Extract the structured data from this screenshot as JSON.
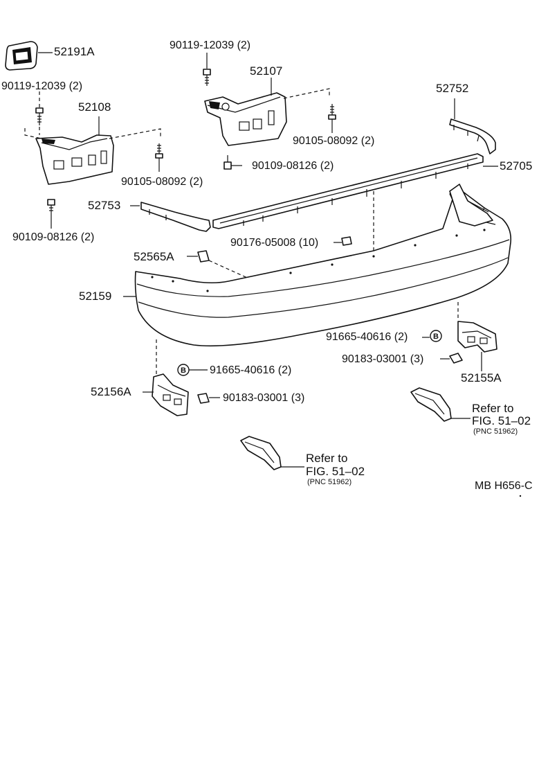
{
  "title_code": "MB H656-C",
  "labels": {
    "p52191A": "52191A",
    "p52108": "52108",
    "p52107": "52107",
    "p52752": "52752",
    "p52705": "52705",
    "p52753": "52753",
    "p52565A": "52565A",
    "p52159": "52159",
    "p52155A": "52155A",
    "p52156A": "52156A",
    "bolt_90119_left": "90119-12039 (2)",
    "bolt_90119_top": "90119-12039 (2)",
    "bolt_90105_left": "90105-08092 (2)",
    "bolt_90105_right": "90105-08092 (2)",
    "bolt_90109_left": "90109-08126 (2)",
    "bolt_90109_right": "90109-08126 (2)",
    "clip_90176": "90176-05008 (10)",
    "bolt_91665_right": "91665-40616 (2)",
    "bolt_91665_left": "91665-40616 (2)",
    "nut_90183_right": "90183-03001 (3)",
    "nut_90183_left": "90183-03001 (3)",
    "b_marker_right": "B",
    "b_marker_left": "B"
  },
  "refs": {
    "right": {
      "line1": "Refer to",
      "line2": "FIG. 51–02",
      "line3": "(PNC 51962)"
    },
    "left": {
      "line1": "Refer to",
      "line2": "FIG. 51–02",
      "line3": "(PNC 51962)"
    }
  },
  "icons": [
    "bolt-icon",
    "clip-icon",
    "nut-icon",
    "bracket-icon",
    "bumper-cover-icon",
    "molding-icon"
  ]
}
